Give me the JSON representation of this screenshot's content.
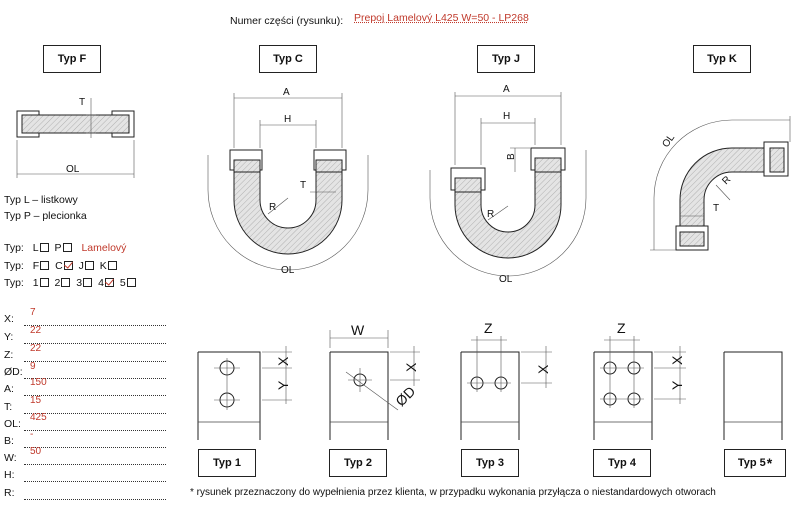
{
  "header": {
    "label": "Numer części (rysunku):",
    "value": "Prepoj Lamelový L425 W=50 - LP268"
  },
  "shape_types": {
    "f": "Typ F",
    "c": "Typ C",
    "j": "Typ J",
    "k": "Typ K"
  },
  "dims": {
    "t": "T",
    "ol": "OL",
    "a": "A",
    "h": "H",
    "r": "R",
    "b": "B",
    "w": "W",
    "x": "X",
    "y": "Y",
    "z": "Z",
    "od": "ØD"
  },
  "legend": {
    "l": "Typ L – listkowy",
    "p": "Typ P – plecionka"
  },
  "selectors": {
    "row1": {
      "label": "Typ:",
      "opt_l": "L",
      "opt_p": "P",
      "chosen": "Lamelový"
    },
    "row2": {
      "label": "Typ:",
      "opt_f": "F",
      "opt_c": "C",
      "opt_j": "J",
      "opt_k": "K",
      "checked": "C"
    },
    "row3": {
      "label": "Typ:",
      "opt_1": "1",
      "opt_2": "2",
      "opt_3": "3",
      "opt_4": "4",
      "opt_5": "5",
      "checked": "4"
    }
  },
  "fields": [
    {
      "label": "X:",
      "value": "7"
    },
    {
      "label": "Y:",
      "value": "22"
    },
    {
      "label": "Z:",
      "value": "22"
    },
    {
      "label": "ØD:",
      "value": "9"
    },
    {
      "label": "A:",
      "value": "150"
    },
    {
      "label": "T:",
      "value": "15"
    },
    {
      "label": "OL:",
      "value": "425"
    },
    {
      "label": "B:",
      "value": "-"
    },
    {
      "label": "W:",
      "value": "50"
    },
    {
      "label": "H:",
      "value": ""
    },
    {
      "label": "R:",
      "value": ""
    }
  ],
  "hole_types": {
    "t1": "Typ 1",
    "t2": "Typ 2",
    "t3": "Typ 3",
    "t4": "Typ 4",
    "t5": "Typ 5",
    "t5_mark": "*"
  },
  "footnote": "* rysunek przeznaczony do wypełnienia przez klienta, w przypadku wykonania przyłącza o niestandardowych otworach"
}
